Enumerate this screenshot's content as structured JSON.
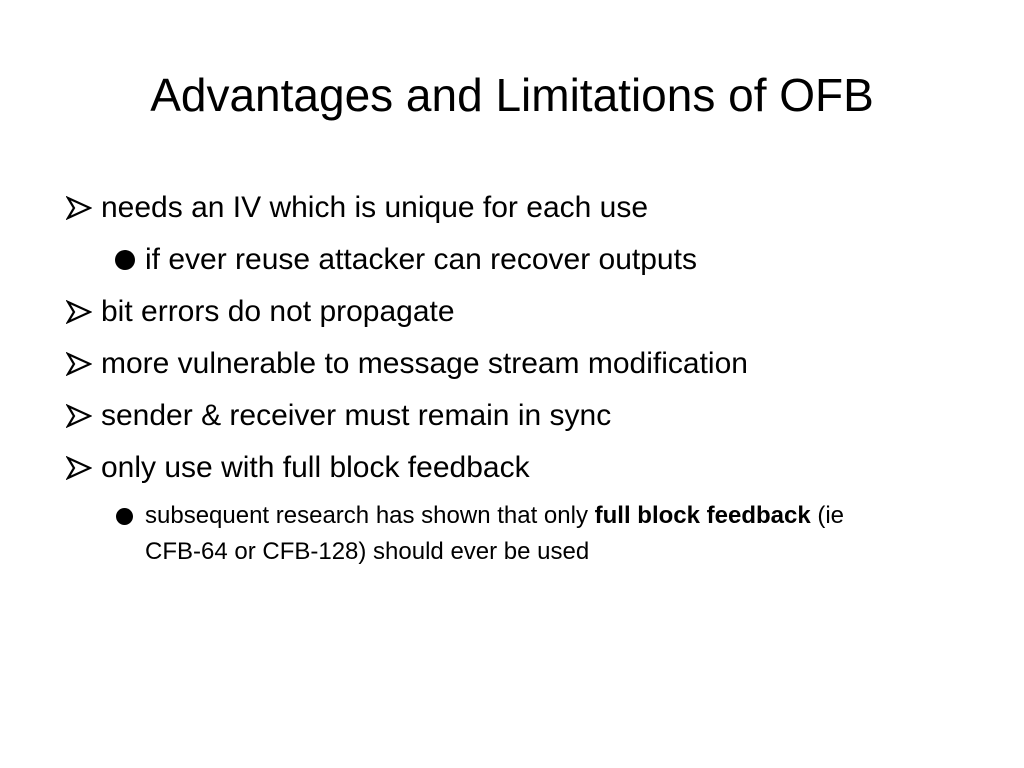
{
  "slide": {
    "title": "Advantages and Limitations of OFB",
    "bullets": [
      {
        "level": 1,
        "icon": "arrow-bullet-icon",
        "text": "needs an IV which is unique for each use"
      },
      {
        "level": 2,
        "icon": "dot-bullet-icon",
        "text": "if ever reuse attacker can recover outputs"
      },
      {
        "level": 1,
        "icon": "arrow-bullet-icon",
        "text": "bit errors do not propagate"
      },
      {
        "level": 1,
        "icon": "arrow-bullet-icon",
        "text": "more vulnerable to message stream modification"
      },
      {
        "level": 1,
        "icon": "arrow-bullet-icon",
        "text": "sender & receiver must remain in sync"
      },
      {
        "level": 1,
        "icon": "arrow-bullet-icon",
        "text": "only use with full block feedback"
      },
      {
        "level": 2,
        "icon": "dot-bullet-icon",
        "text_before": "subsequent research has shown that only ",
        "text_bold": "full block feedback",
        "text_after": " (ie CFB-64 or CFB-128) should ever be used"
      }
    ]
  }
}
